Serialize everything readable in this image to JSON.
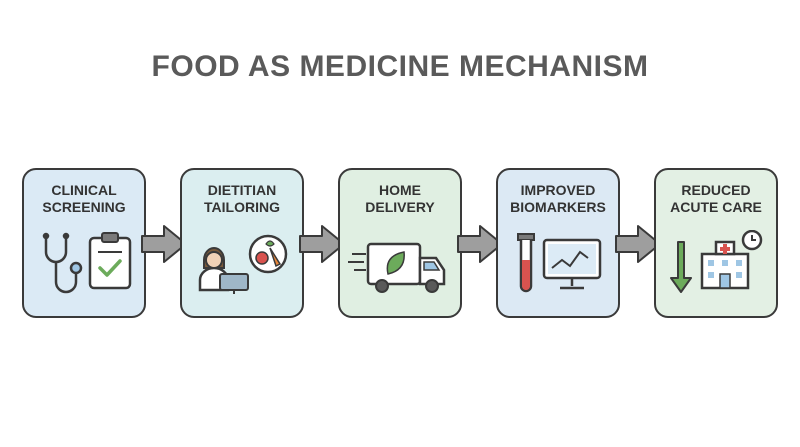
{
  "title": "FOOD AS MEDICINE MECHANISM",
  "colors": {
    "outline": "#3a3a3a",
    "arrow_fill": "#9e9e9e",
    "step_bg": [
      "#dbeaf5",
      "#dbeef0",
      "#e0efe2",
      "#dce9f4",
      "#e3f0e4"
    ],
    "accent_green": "#6cab5b",
    "accent_red": "#d9534f"
  },
  "steps": [
    {
      "line1": "CLINICAL",
      "line2": "SCREENING",
      "icons": [
        "stethoscope-icon",
        "clipboard-check-icon"
      ]
    },
    {
      "line1": "DIETITIAN",
      "line2": "TAILORING",
      "icons": [
        "dietitian-icon",
        "produce-icon"
      ]
    },
    {
      "line1": "HOME",
      "line2": "DELIVERY",
      "icons": [
        "delivery-truck-icon"
      ]
    },
    {
      "line1": "IMPROVED",
      "line2": "BIOMARKERS",
      "icons": [
        "test-tube-icon",
        "monitor-chart-icon"
      ]
    },
    {
      "line1": "REDUCED",
      "line2": "ACUTE CARE",
      "icons": [
        "down-arrow-icon",
        "hospital-icon",
        "clock-icon"
      ]
    }
  ]
}
